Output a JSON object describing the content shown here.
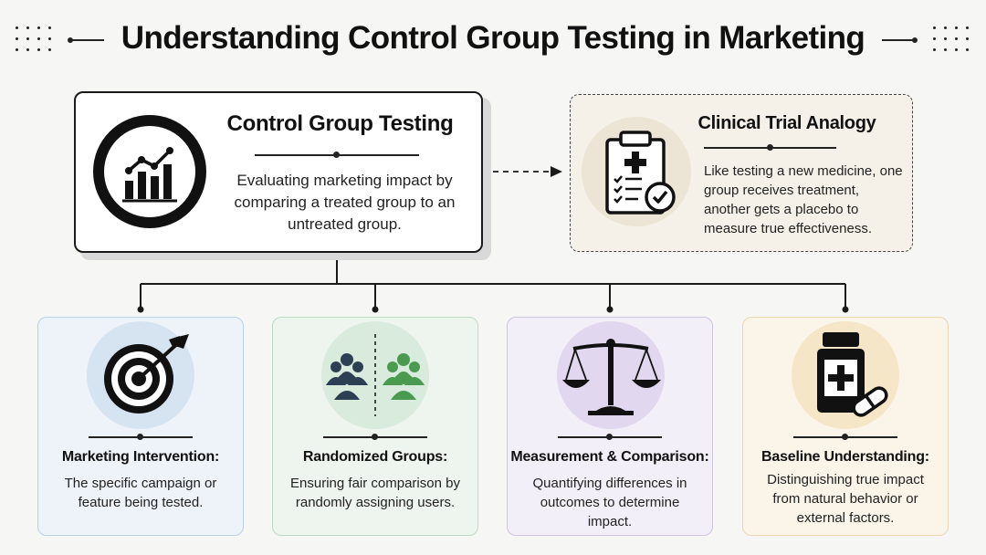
{
  "title": "Understanding Control Group Testing in Marketing",
  "main": {
    "title": "Control Group Testing",
    "description": "Evaluating marketing impact by comparing a treated group to an untreated group.",
    "icon": "bar-chart-trend-icon"
  },
  "analogy": {
    "title": "Clinical Trial Analogy",
    "description": "Like testing a new medicine, one group receives treatment, another gets a placebo to measure true effectiveness.",
    "icon": "clipboard-checklist-icon"
  },
  "cards": [
    {
      "title": "Marketing Intervention:",
      "description": "The specific campaign or feature being tested.",
      "icon": "target-arrow-icon",
      "bg": "#eef3fa",
      "border": "#bcd0e6",
      "circle": "#d6e4f1"
    },
    {
      "title": "Randomized Groups:",
      "description": "Ensuring fair comparison by randomly assigning users.",
      "icon": "user-groups-icon",
      "bg": "#eef5ee",
      "border": "#bfd9c4",
      "circle": "#d8ebdc"
    },
    {
      "title": "Measurement & Comparison:",
      "description": "Quantifying differences in outcomes to determine impact.",
      "icon": "balance-scale-icon",
      "bg": "#f3eff8",
      "border": "#cfc3e2",
      "circle": "#e1d7ef"
    },
    {
      "title": "Baseline Understanding:",
      "description": "Distinguishing true impact from natural behavior or external factors.",
      "icon": "medicine-bottle-icon",
      "bg": "#fbf4e8",
      "border": "#ecd6b2",
      "circle": "#f6e6c8"
    }
  ],
  "colors": {
    "group_left": "#2d3f52",
    "group_right": "#4a9a4f"
  }
}
